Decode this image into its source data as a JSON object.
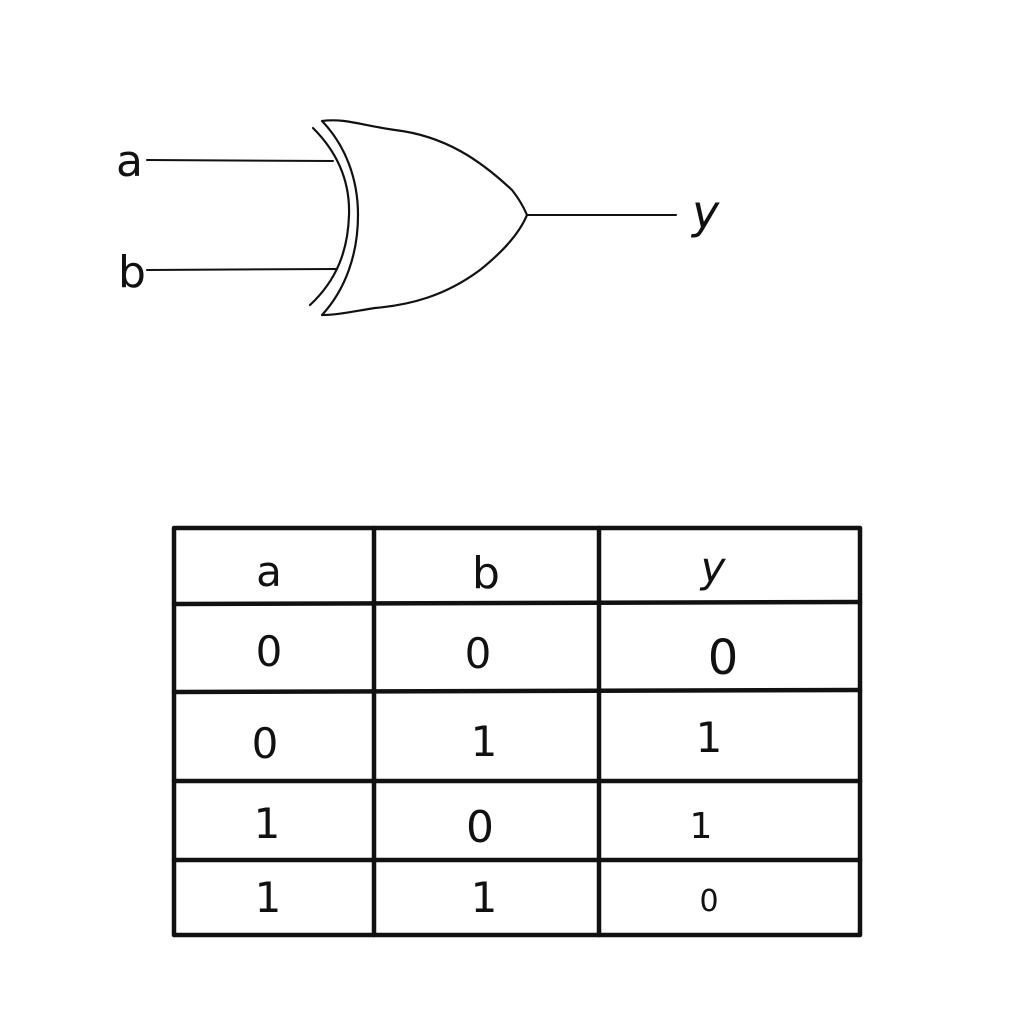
{
  "diagram": {
    "inputs": [
      "a",
      "b"
    ],
    "output": "y"
  },
  "truth_table": {
    "headers": [
      "a",
      "b",
      "y"
    ],
    "rows": [
      [
        "0",
        "0",
        "0"
      ],
      [
        "0",
        "1",
        "1"
      ],
      [
        "1",
        "0",
        "1"
      ],
      [
        "1",
        "1",
        "0"
      ]
    ]
  },
  "colors": {
    "ink": "#111111",
    "background": "#ffffff"
  }
}
